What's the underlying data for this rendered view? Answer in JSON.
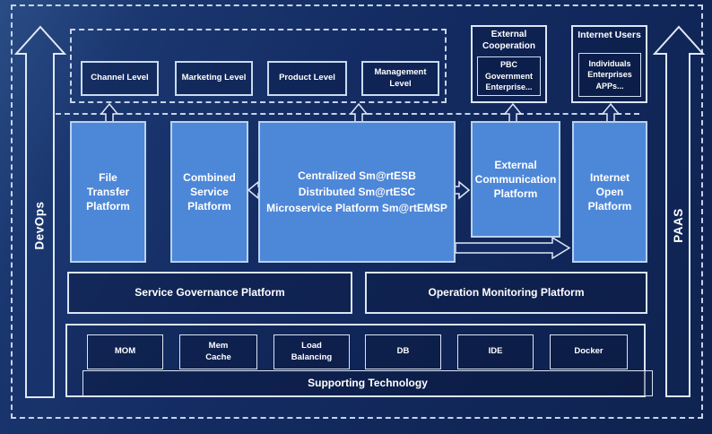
{
  "diagram": {
    "side_arrows": {
      "left_label": "DevOps",
      "right_label": "PAAS"
    },
    "top_band": {
      "levels": [
        "Channel Level",
        "Marketing Level",
        "Product Level",
        "Management Level"
      ],
      "external_cooperation": {
        "title": "External\nCooperation",
        "body": "PBC Government\nEnterprise..."
      },
      "internet_users": {
        "title": "Internet Users",
        "body": "Individuals\nEnterprises\nAPPs..."
      }
    },
    "platforms": {
      "file_transfer": "File\nTransfer\nPlatform",
      "combined_service": "Combined\nService\nPlatform",
      "central": "Centralized Sm@rtESB\nDistributed Sm@rtESC\nMicroservice Platform Sm@rtEMSP",
      "external_communication": "External\nCommunication\nPlatform",
      "internet_open": "Internet\nOpen\nPlatform"
    },
    "governance": {
      "service": "Service Governance Platform",
      "operation": "Operation Monitoring Platform"
    },
    "supporting": {
      "technologies": [
        "MOM",
        "Mem\nCache",
        "Load\nBalancing",
        "DB",
        "IDE",
        "Docker"
      ],
      "bar_label": "Supporting Technology"
    },
    "colors": {
      "background": "#132A62",
      "panel_blue": "#4D87D8",
      "border_light": "#DBE5F3",
      "dashed_line": "#C7D3E8"
    }
  }
}
